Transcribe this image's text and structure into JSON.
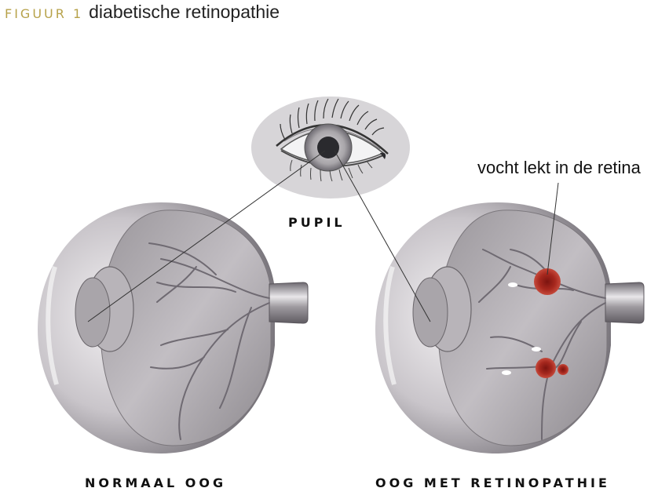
{
  "header": {
    "figure_label": "FIGUUR 1",
    "title": "diabetische retinopathie"
  },
  "labels": {
    "pupil": "PUPIL",
    "normal_eye": "NORMAAL OOG",
    "retinopathy_eye": "OOG MET RETINOPATHIE",
    "leak_callout": "vocht lekt in de retina"
  },
  "colors": {
    "figure_label": "#b7a24a",
    "eyeball_gray": "#8a868b",
    "hemorrhage_red": "#a7281e"
  }
}
